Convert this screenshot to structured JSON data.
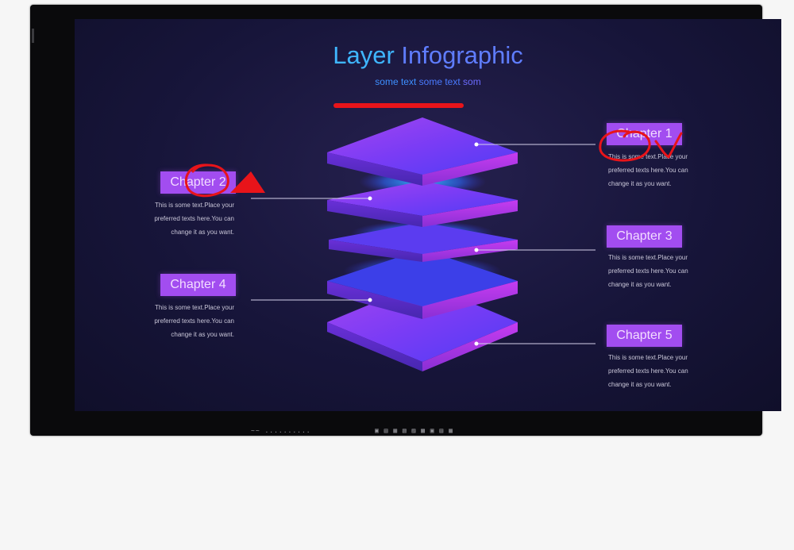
{
  "slide": {
    "title_part1": "Layer",
    "title_part2": "Infographic",
    "subtitle_part1": "some text",
    "subtitle_part2": "some text",
    "subtitle_part3": "som"
  },
  "chapters": [
    {
      "label": "Chapter 1",
      "desc": [
        "This is some text.Place your",
        "preferred texts here.You can",
        "change it as you want."
      ]
    },
    {
      "label": "Chapter 2",
      "desc": [
        "This is some text.Place your",
        "preferred texts here.You can",
        "change it as you want."
      ]
    },
    {
      "label": "Chapter 3",
      "desc": [
        "This is some text.Place your",
        "preferred texts here.You can",
        "change it as you want."
      ]
    },
    {
      "label": "Chapter 4",
      "desc": [
        "This is some text.Place your",
        "preferred texts here.You can",
        "change it as you want."
      ]
    },
    {
      "label": "Chapter 5",
      "desc": [
        "This is some text.Place your",
        "preferred texts here.You can",
        "change it as you want."
      ]
    }
  ],
  "monitor": {
    "strip_left": "~~ ..........",
    "strip_center": "▣ ▤ ▦ ▧ ▨ ▩ ▣ ▤ ▦"
  },
  "colors": {
    "chapter_box": "#a24df0",
    "annotation_ink": "#e8141a",
    "layer_top": "#7c3cf2",
    "layer_glow": "#2f9bff"
  },
  "icons": [
    "annotation-circle-icon",
    "annotation-arrow-icon",
    "annotation-check-icon"
  ]
}
